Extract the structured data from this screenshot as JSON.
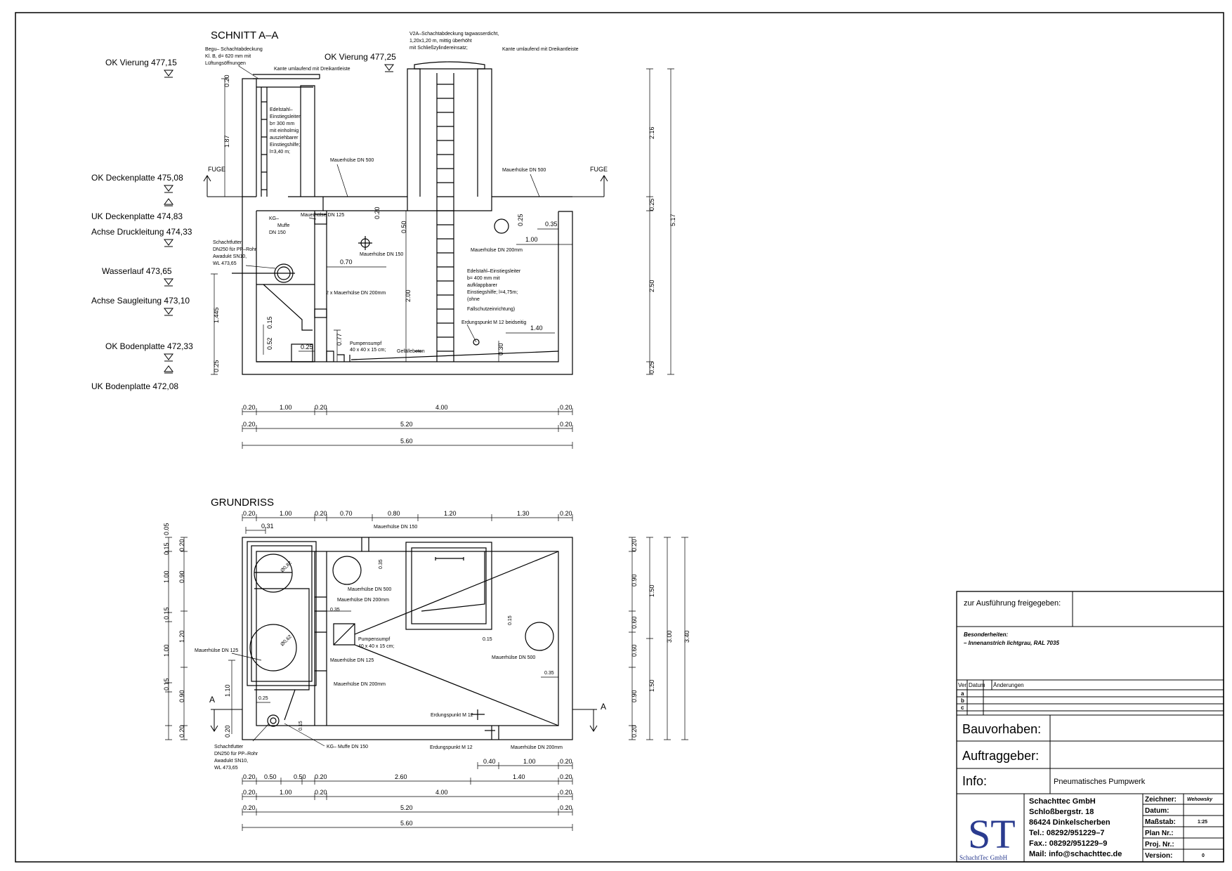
{
  "colors": {
    "line": "#000000",
    "logo": "#2a3b8f"
  },
  "section": {
    "title": "SCHNITT A–A",
    "levels": [
      "OK Vierung 477,15",
      "OK Deckenplatte 475,08",
      "UK Deckenplatte 474,83",
      "Achse Druckleitung 474,33",
      "Wasserlauf 473,65",
      "Achse Saugleitung 473,10",
      "OK Bodenplatte 472,33",
      "UK Bodenplatte 472,08"
    ],
    "level_right": "OK Vierung 477,25",
    "fuge_left": "FUGE",
    "fuge_right": "FUGE",
    "notes": {
      "cover_left": [
        "Begu– Schachtabdeckung",
        "Kl. B, d= 620 mm mit",
        "Lüftungsöffnungen"
      ],
      "edge_left": "Kante umlaufend mit Dreikantleiste",
      "ladder_left": [
        "Edelstahl–",
        "Einstiegsleiter",
        "b= 300 mm",
        "mit einholmig",
        "ausziehbarer",
        "Einstiegshilfe;",
        "l=3,40 m;"
      ],
      "cover_right": [
        "V2A–Schachtabdeckung tagwasserdicht,",
        "1,20x1,20 m, mittig überhöht",
        "mit Schließzylindereinsatz;"
      ],
      "edge_right": "Kante umlaufend mit Dreikantleiste",
      "sleeve500a": "Mauerhülse DN 500",
      "sleeve500b": "Mauerhülse DN 500",
      "sleeve125": "Mauerhülse DN 125",
      "kg": [
        "KG–",
        "Muffe",
        "DN 150"
      ],
      "sleeve150": "Mauerhülse DN 150",
      "sleeve200": "Mauerhülse DN 200mm",
      "chuck": [
        "Schachtfutter",
        "DN250 für PP–Rohr",
        "Awadukt SN10,",
        "WL 473,65"
      ],
      "two_sleeves": "2 x Mauerhülse DN 200mm",
      "ladder_right": [
        "Edelstahl–Einstiegsleiter",
        "b= 400 mm mit",
        "aufklappbarer",
        "Einstiegshilfe; l=4,75m;",
        "(ohne",
        "Fallschutzeinrichtung)"
      ],
      "earth": "Erdungspunkt M 12 beidseitig",
      "sump": [
        "Pumpensumpf",
        "40 x 40 x 15 cm;"
      ],
      "slope": "Gefällebeton"
    },
    "dims_v": [
      "0.20",
      "1.87",
      "0.25",
      "1.445",
      "0.25",
      "0.15",
      "0.52",
      "0.77",
      "0.20",
      "0.50",
      "2.00",
      "0.25",
      "0.30",
      "2.16",
      "0.25",
      "2.50",
      "0.25",
      "5.17"
    ],
    "dims_h_inner": [
      "0.25",
      "0.70",
      "1.40",
      "1.00",
      "0.35"
    ],
    "dim_rows": [
      [
        "0.20",
        "1.00",
        "0.20",
        "4.00",
        "0.20"
      ],
      [
        "0.20",
        "5.20",
        "0.20"
      ],
      [
        "5.60"
      ]
    ]
  },
  "plan": {
    "title": "GRUNDRISS",
    "section_marker": "A",
    "top_dims": [
      "0.20",
      "1.00",
      "0.20",
      "0.70",
      "0.80",
      "1.20",
      "1.30",
      "0.20"
    ],
    "dim_031": "0.31",
    "left_dims": [
      "0.15",
      "0.05",
      "1.00",
      "0.15",
      "1.00",
      "0.15",
      "1.10",
      "0.20"
    ],
    "left_dims2": [
      "0.20",
      "0.90",
      "1.20",
      "0.90",
      "0.20"
    ],
    "right_dims": [
      "0.20",
      "0.90",
      "0.60",
      "0.60",
      "0.90",
      "0.20"
    ],
    "right_dims2": [
      "1.50",
      "1.50"
    ],
    "right_total1": "3.00",
    "right_total2": "3.40",
    "notes": {
      "s150": "Mauerhülse DN 150",
      "d082": "Ø0,82",
      "d062": "Ø0,62",
      "s500a": "Mauerhülse DN 500",
      "s200a": "Mauerhülse DN 200mm",
      "d035a": "0.35",
      "d035b": "0.35",
      "sump": [
        "Pumpensumpf",
        "40 x 40 x 15 cm;"
      ],
      "d015": "0.15",
      "d015b": "0.15",
      "s500b": "Mauerhülse DN 500",
      "s125a": "Mauerhülse DN 125",
      "s125b": "Mauerhülse DN 125",
      "s200b": "Mauerhülse DN 200mm",
      "d025": "0.25",
      "d015c": "0.15",
      "d035c": "0.35",
      "earth1": "Erdungspunkt M 12",
      "earth2": "Erdungspunkt M 12",
      "s200c": "Mauerhülse DN 200mm",
      "kg": "KG– Muffe DN 150",
      "chuck": [
        "Schachtfutter",
        "DN250 für PP–Rohr",
        "Awadukt SN10,",
        "WL 473,65"
      ]
    },
    "bottom_rows": [
      [
        "0.40",
        "1.00",
        "0.20"
      ],
      [
        "0.20",
        "0.50",
        "0.50",
        "0.20",
        "2.60",
        "1.40",
        "0.20"
      ],
      [
        "0.20",
        "1.00",
        "0.20",
        "4.00",
        "0.20"
      ],
      [
        "0.20",
        "5.20",
        "0.20"
      ],
      [
        "5.60"
      ]
    ]
  },
  "title_block": {
    "approval": "zur Ausführung freigegeben:",
    "special_title": "Besonderheiten:",
    "special_text": "– Innenanstrich lichtgrau, RAL 7035",
    "rev_headers": [
      "Ver.",
      "Datum",
      "Änderungen"
    ],
    "rev_rows": [
      "a",
      "b",
      "c"
    ],
    "bauvorhaben": "Bauvorhaben:",
    "auftraggeber": "Auftraggeber:",
    "info": "Info:",
    "info_value": "Pneumatisches Pumpwerk",
    "logo": "ST",
    "logo_caption": "SchachtTec GmbH",
    "company": [
      "Schachttec GmbH",
      "Schloßbergstr. 18",
      "86424 Dinkelscherben",
      "Tel.: 08292/951229–7",
      "Fax.: 08292/951229–9",
      "Mail: info@schachttec.de"
    ],
    "fields": [
      {
        "label": "Zeichner:",
        "value": "Wehowsky"
      },
      {
        "label": "Datum:",
        "value": ""
      },
      {
        "label": "Maßstab:",
        "value": "1:25"
      },
      {
        "label": "Plan Nr.:",
        "value": ""
      },
      {
        "label": "Proj. Nr.:",
        "value": ""
      },
      {
        "label": "Version:",
        "value": "0"
      }
    ]
  }
}
